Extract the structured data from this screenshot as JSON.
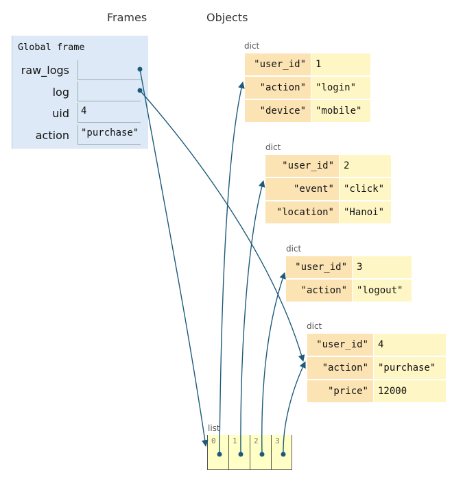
{
  "headers": {
    "frames": "Frames",
    "objects": "Objects"
  },
  "stray_mark": "”",
  "frame": {
    "title": "Global frame",
    "vars": [
      {
        "name": "raw_logs",
        "value": ""
      },
      {
        "name": "log",
        "value": ""
      },
      {
        "name": "uid",
        "value": "4"
      },
      {
        "name": "action",
        "value": "\"purchase\""
      }
    ]
  },
  "dicts": [
    {
      "type": "dict",
      "rows": [
        {
          "key": "\"user_id\"",
          "value": "1"
        },
        {
          "key": "\"action\"",
          "value": "\"login\""
        },
        {
          "key": "\"device\"",
          "value": "\"mobile\""
        }
      ]
    },
    {
      "type": "dict",
      "rows": [
        {
          "key": "\"user_id\"",
          "value": "2"
        },
        {
          "key": "\"event\"",
          "value": "\"click\""
        },
        {
          "key": "\"location\"",
          "value": "\"Hanoi\""
        }
      ]
    },
    {
      "type": "dict",
      "rows": [
        {
          "key": "\"user_id\"",
          "value": "3"
        },
        {
          "key": "\"action\"",
          "value": "\"logout\""
        }
      ]
    },
    {
      "type": "dict",
      "rows": [
        {
          "key": "\"user_id\"",
          "value": "4"
        },
        {
          "key": "\"action\"",
          "value": "\"purchase\""
        },
        {
          "key": "\"price\"",
          "value": "12000"
        }
      ]
    }
  ],
  "list": {
    "type": "list",
    "indices": [
      "0",
      "1",
      "2",
      "3"
    ]
  },
  "colors": {
    "arrow": "#1d5a7a",
    "frame_bg": "#dde9f6",
    "key_bg": "#fbe3b4",
    "value_bg": "#fff6c6",
    "list_bg": "#ffffc6"
  }
}
